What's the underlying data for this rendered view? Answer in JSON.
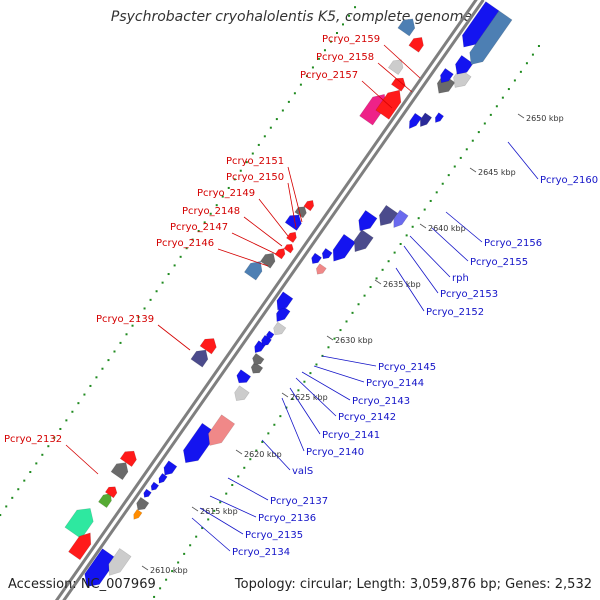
{
  "title": "Psychrobacter cryohalolentis K5, complete genome",
  "footer": {
    "accession": "Accession: NC_007969",
    "summary": "Topology: circular; Length: 3,059,876 bp; Genes: 2,532"
  },
  "colors": {
    "backbone": "#7f7f7f",
    "forward_label": "#d40000",
    "reverse_label": "#1414c8",
    "tick_dots": "#1f8a1f"
  },
  "ticks": [
    {
      "label": "2610 kbp"
    },
    {
      "label": "2615 kbp"
    },
    {
      "label": "2620 kbp"
    },
    {
      "label": "2625 kbp"
    },
    {
      "label": "2630 kbp"
    },
    {
      "label": "2635 kbp"
    },
    {
      "label": "2640 kbp"
    },
    {
      "label": "2645 kbp"
    },
    {
      "label": "2650 kbp"
    }
  ],
  "forward_labels": [
    {
      "text": "Pcryo_2159"
    },
    {
      "text": "Pcryo_2158"
    },
    {
      "text": "Pcryo_2157"
    },
    {
      "text": "Pcryo_2151"
    },
    {
      "text": "Pcryo_2150"
    },
    {
      "text": "Pcryo_2149"
    },
    {
      "text": "Pcryo_2148"
    },
    {
      "text": "Pcryo_2147"
    },
    {
      "text": "Pcryo_2146"
    },
    {
      "text": "Pcryo_2139"
    },
    {
      "text": "Pcryo_2132"
    }
  ],
  "reverse_labels": [
    {
      "text": "Pcryo_2160"
    },
    {
      "text": "Pcryo_2156"
    },
    {
      "text": "Pcryo_2155"
    },
    {
      "text": "rph"
    },
    {
      "text": "Pcryo_2153"
    },
    {
      "text": "Pcryo_2152"
    },
    {
      "text": "Pcryo_2145"
    },
    {
      "text": "Pcryo_2144"
    },
    {
      "text": "Pcryo_2143"
    },
    {
      "text": "Pcryo_2142"
    },
    {
      "text": "Pcryo_2141"
    },
    {
      "text": "Pcryo_2140"
    },
    {
      "text": "valS"
    },
    {
      "text": "Pcryo_2137"
    },
    {
      "text": "Pcryo_2136"
    },
    {
      "text": "Pcryo_2135"
    },
    {
      "text": "Pcryo_2134"
    }
  ]
}
